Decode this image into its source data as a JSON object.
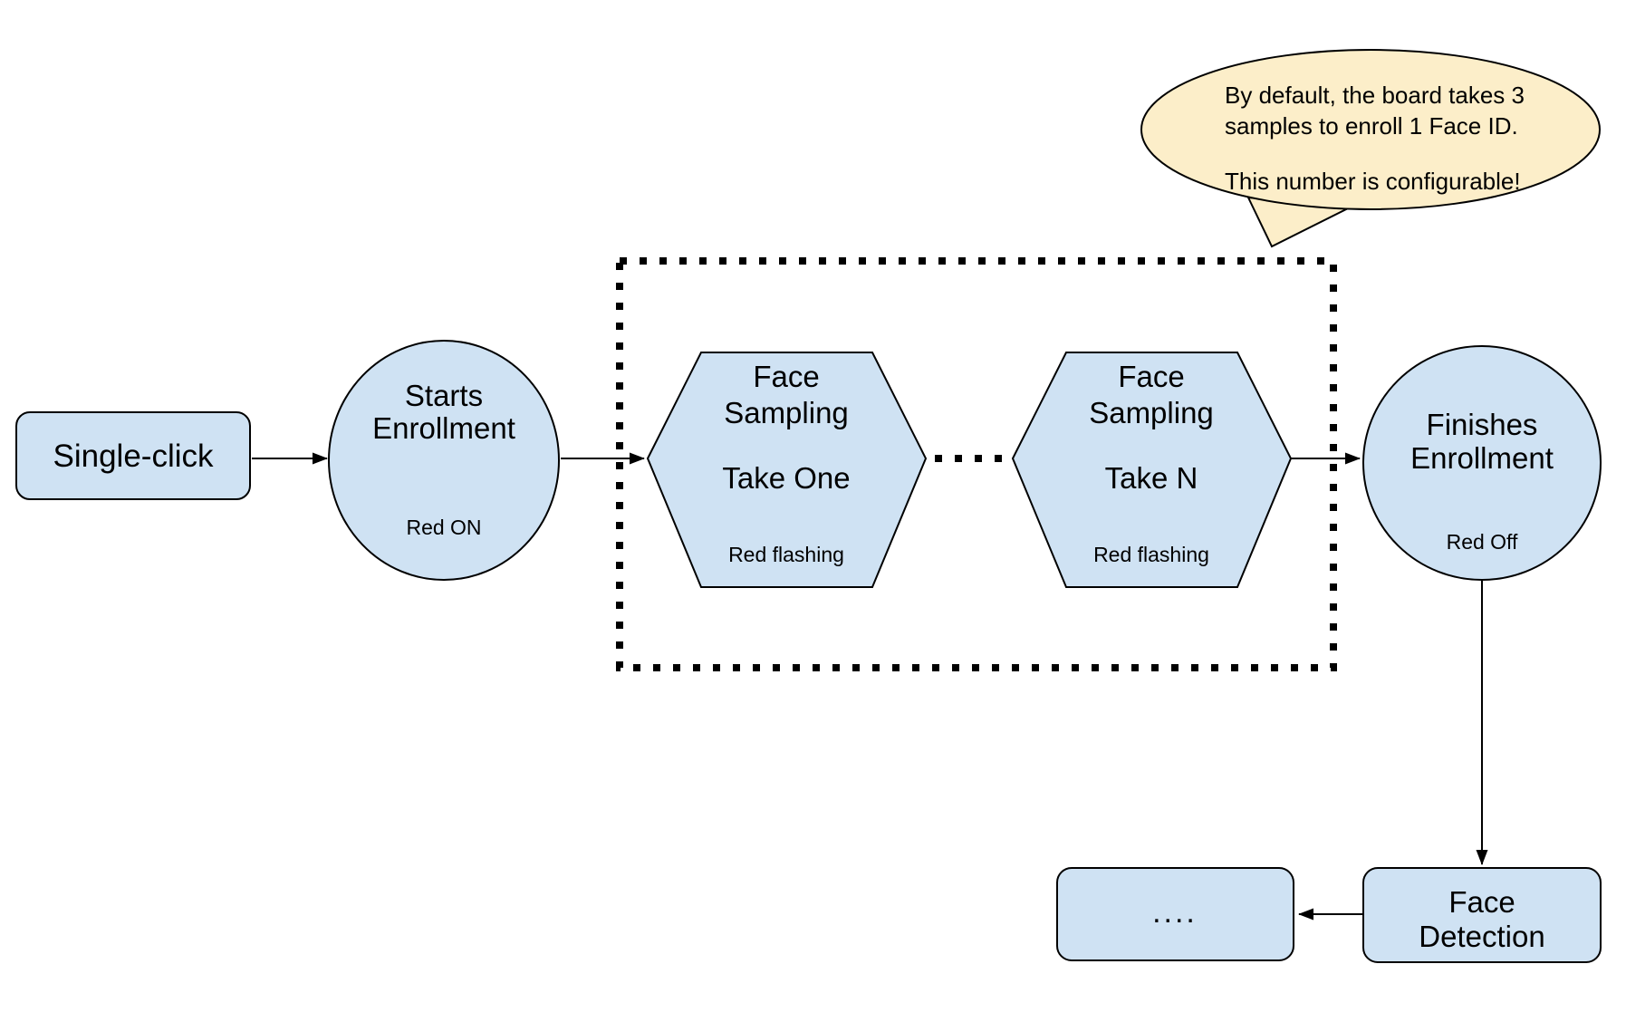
{
  "bubble": {
    "line1": "By default, the board takes 3",
    "line2": "samples to enroll 1 Face ID.",
    "line3": "This number is configurable!"
  },
  "nodes": {
    "single_click": {
      "label": "Single-click"
    },
    "starts_enrollment": {
      "title_line1": "Starts",
      "title_line2": "Enrollment",
      "status": "Red ON"
    },
    "sampling_one": {
      "title_line1": "Face",
      "title_line2": "Sampling",
      "subtitle": "Take One",
      "status": "Red flashing"
    },
    "sampling_n": {
      "title_line1": "Face",
      "title_line2": "Sampling",
      "subtitle": "Take N",
      "status": "Red flashing"
    },
    "finishes_enrollment": {
      "title_line1": "Finishes",
      "title_line2": "Enrollment",
      "status": "Red Off"
    },
    "face_detection": {
      "title_line1": "Face",
      "title_line2": "Detection"
    },
    "continuation": {
      "label": "...."
    }
  },
  "colors": {
    "node_fill": "#cfe2f3",
    "bubble_fill": "#fceec9",
    "stroke": "#000000",
    "background": "#ffffff"
  }
}
